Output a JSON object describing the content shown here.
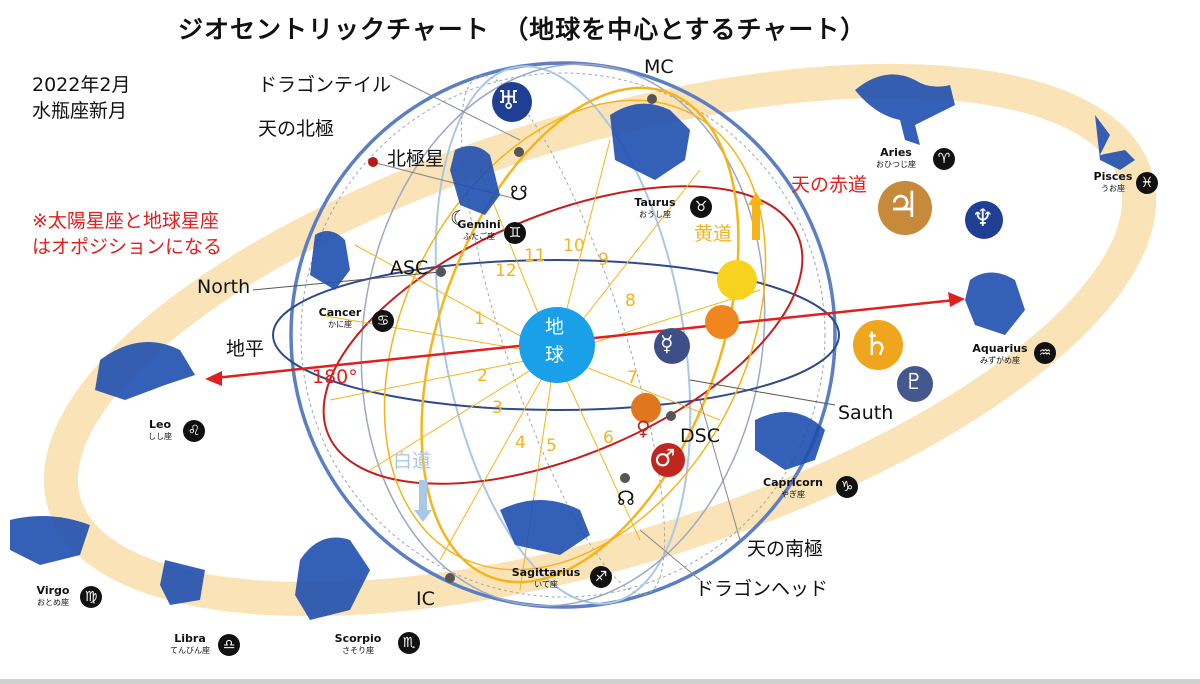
{
  "title": "ジオセントリックチャート　（地球を中心とするチャート）",
  "date": {
    "line1": "2022年2月",
    "line2": "水瓶座新月"
  },
  "note": {
    "line1": "※太陽星座と地球星座",
    "line2": "はオポジションになる"
  },
  "labels": {
    "dragon_tail": "ドラゴンテイル",
    "north_pole": "天の北極",
    "polaris": "北極星",
    "mc": "MC",
    "asc": "ASC",
    "north": "North",
    "horizon": "地平",
    "deg180": "180°",
    "celestial_equator": "天の赤道",
    "ecliptic": "黄道",
    "moon_path": "白道",
    "south": "Sauth",
    "dsc": "DSC",
    "south_pole": "天の南極",
    "ic": "IC",
    "dragon_head": "ドラゴンヘッド",
    "earth_1": "地",
    "earth_2": "球"
  },
  "houses": [
    "1",
    "2",
    "3",
    "4",
    "5",
    "6",
    "7",
    "8",
    "9",
    "10",
    "11",
    "12"
  ],
  "signs": [
    {
      "en": "Aries",
      "jp": "おひつじ座",
      "glyph": "♈"
    },
    {
      "en": "Pisces",
      "jp": "うお座",
      "glyph": "♓"
    },
    {
      "en": "Taurus",
      "jp": "おうし座",
      "glyph": "♉"
    },
    {
      "en": "Gemini",
      "jp": "ふたご座",
      "glyph": "♊"
    },
    {
      "en": "Cancer",
      "jp": "かに座",
      "glyph": "♋"
    },
    {
      "en": "Leo",
      "jp": "しし座",
      "glyph": "♌"
    },
    {
      "en": "Aquarius",
      "jp": "みずがめ座",
      "glyph": "♒"
    },
    {
      "en": "Capricorn",
      "jp": "やぎ座",
      "glyph": "♑"
    },
    {
      "en": "Sagittarius",
      "jp": "いて座",
      "glyph": "♐"
    },
    {
      "en": "Virgo",
      "jp": "おとめ座",
      "glyph": "♍"
    },
    {
      "en": "Libra",
      "jp": "てんびん座",
      "glyph": "♎"
    },
    {
      "en": "Scorpio",
      "jp": "さそり座",
      "glyph": "♏"
    }
  ],
  "planet_glyphs": {
    "jupiter": "♃",
    "neptune": "♆",
    "saturn": "♄",
    "pluto": "♇",
    "mercury": "☿",
    "venus": "♀",
    "mars": "♂",
    "uranus_top": "♅",
    "dragon_tail": "☋",
    "dragon_head": "☊",
    "moon": "☾"
  },
  "colors": {
    "zodiac_band": "#fbe3b8",
    "globe_outline": "#5b7fc4",
    "ecliptic": "#f5b41a",
    "equator": "#c41e1e",
    "horizon": "#2f4a8a",
    "moon_path": "#a9c8e8",
    "earth": "#1aa0e8",
    "arrow": "#e0201e",
    "constellation": "#1f4fb0"
  }
}
